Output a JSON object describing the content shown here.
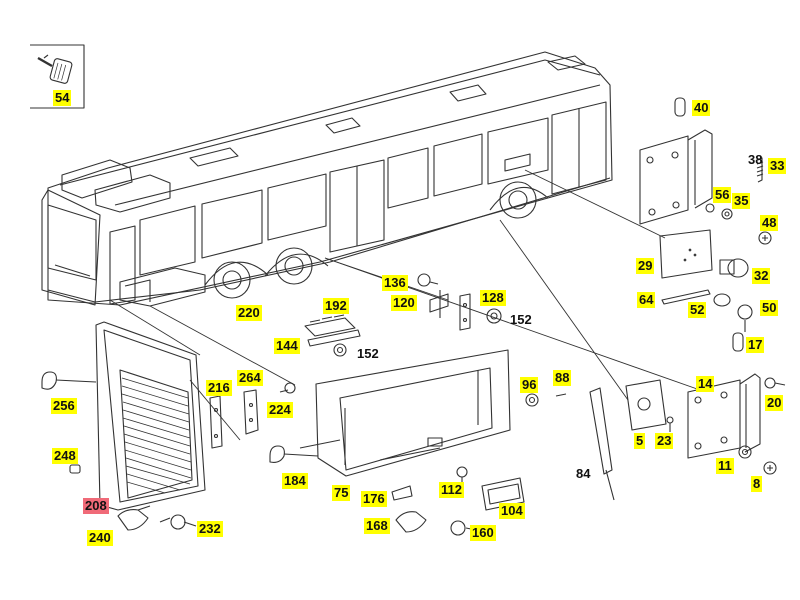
{
  "colors": {
    "highlight": "#ffff00",
    "selected": "#f06a78",
    "line": "#333333"
  },
  "labels": {
    "p54": "54",
    "p40": "40",
    "p38": "38",
    "p33": "33",
    "p56": "56",
    "p35": "35",
    "p48": "48",
    "p29": "29",
    "p32": "32",
    "p64": "64",
    "p52": "52",
    "p50": "50",
    "p17": "17",
    "p136": "136",
    "p120": "120",
    "p128": "128",
    "p152a": "152",
    "p192": "192",
    "p144": "144",
    "p152b": "152",
    "p220": "220",
    "p216": "216",
    "p264": "264",
    "p224": "224",
    "p256": "256",
    "p248": "248",
    "p208": "208",
    "p240": "240",
    "p232": "232",
    "p184": "184",
    "p75": "75",
    "p96": "96",
    "p88": "88",
    "p176": "176",
    "p112": "112",
    "p104": "104",
    "p168": "168",
    "p160": "160",
    "p84": "84",
    "p14": "14",
    "p20": "20",
    "p5": "5",
    "p23": "23",
    "p11": "11",
    "p8": "8"
  }
}
